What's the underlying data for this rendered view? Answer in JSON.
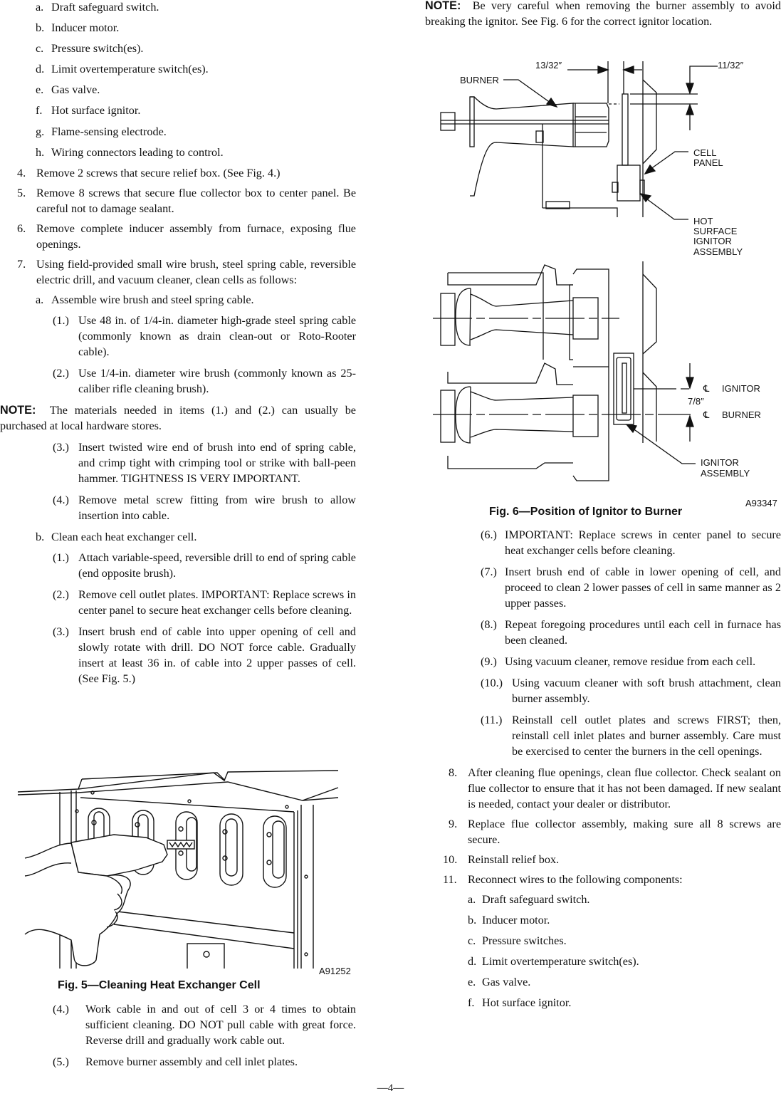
{
  "left_column": {
    "disconnect_items": [
      {
        "label": "a.",
        "text": "Draft safeguard switch."
      },
      {
        "label": "b.",
        "text": "Inducer motor."
      },
      {
        "label": "c.",
        "text": "Pressure switch(es)."
      },
      {
        "label": "d.",
        "text": "Limit overtemperature switch(es)."
      },
      {
        "label": "e.",
        "text": "Gas valve."
      },
      {
        "label": "f.",
        "text": "Hot surface ignitor."
      },
      {
        "label": "g.",
        "text": "Flame-sensing electrode."
      },
      {
        "label": "h.",
        "text": "Wiring connectors leading to control."
      }
    ],
    "steps": [
      {
        "label": "4.",
        "text": "Remove 2 screws that secure relief box. (See Fig. 4.)"
      },
      {
        "label": "5.",
        "text": "Remove 8 screws that secure flue collector box to center panel. Be careful not to damage sealant."
      },
      {
        "label": "6.",
        "text": "Remove complete inducer assembly from furnace, exposing flue openings."
      },
      {
        "label": "7.",
        "text": "Using field-provided small wire brush, steel spring cable, reversible electric drill, and vacuum cleaner, clean cells as follows:"
      }
    ],
    "step7a": {
      "label": "a.",
      "text": "Assemble wire brush and steel spring cable."
    },
    "step7a_items": [
      {
        "label": "(1.)",
        "text": "Use 48 in. of 1/4-in. diameter high-grade steel spring cable (commonly known as drain clean-out or Roto-Rooter cable)."
      },
      {
        "label": "(2.)",
        "text": "Use 1/4-in. diameter wire brush (commonly known as 25-caliber rifle cleaning brush)."
      }
    ],
    "note": {
      "label": "NOTE:",
      "text": "The materials needed in items (1.) and (2.) can usually be purchased at local hardware stores."
    },
    "step7a_items_cont": [
      {
        "label": "(3.)",
        "text": "Insert twisted wire end of brush into end of spring cable, and crimp tight with crimping tool or strike with ball-peen hammer. TIGHTNESS IS VERY IMPORTANT."
      },
      {
        "label": "(4.)",
        "text": "Remove metal screw fitting from wire brush to allow insertion into cable."
      }
    ],
    "step7b": {
      "label": "b.",
      "text": "Clean each heat exchanger cell."
    },
    "step7b_items": [
      {
        "label": "(1.)",
        "text": "Attach variable-speed, reversible drill to end of spring cable (end opposite brush)."
      },
      {
        "label": "(2.)",
        "text": "Remove cell outlet plates. IMPORTANT: Replace screws in center panel to secure heat exchanger cells before cleaning."
      },
      {
        "label": "(3.)",
        "text": "Insert brush end of cable into upper opening of cell and slowly rotate with drill. DO NOT force cable. Gradually insert at least 36 in. of cable into 2 upper passes of cell. (See Fig. 5.)"
      }
    ],
    "fig5": {
      "id": "A91252",
      "caption": "Fig. 5—Cleaning Heat Exchanger Cell"
    },
    "step7b_items_after_fig": [
      {
        "label": "(4.)",
        "text": "Work cable in and out of cell 3 or 4 times to obtain sufficient cleaning. DO NOT pull cable with great force. Reverse drill and gradually work cable out."
      },
      {
        "label": "(5.)",
        "text": "Remove burner assembly and cell inlet plates."
      }
    ]
  },
  "right_column": {
    "note": {
      "label": "NOTE:",
      "text": "Be very careful when removing the burner assembly to avoid breaking the ignitor. See Fig. 6 for the correct ignitor location."
    },
    "fig6": {
      "id": "A93347",
      "caption": "Fig. 6—Position of Ignitor to Burner",
      "labels": {
        "burner": "BURNER",
        "dim_13_32": "13/32″",
        "dim_11_32": "11/32″",
        "cell_panel_1": "CELL",
        "cell_panel_2": "PANEL",
        "hsi_1": "HOT",
        "hsi_2": "SURFACE",
        "hsi_3": "IGNITOR",
        "hsi_4": "ASSEMBLY",
        "cl_symbol": "℄",
        "cl_ignitor": "IGNITOR",
        "cl_burner": "BURNER",
        "dim_7_8": "7/8″",
        "ign_asm_1": "IGNITOR",
        "ign_asm_2": "ASSEMBLY"
      }
    },
    "step7b_items_cont": [
      {
        "label": "(6.)",
        "text": "IMPORTANT: Replace screws in center panel to secure heat exchanger cells before cleaning."
      },
      {
        "label": "(7.)",
        "text": "Insert brush end of cable in lower opening of cell, and proceed to clean 2 lower passes of cell in same manner as 2 upper passes."
      },
      {
        "label": "(8.)",
        "text": "Repeat foregoing procedures until each cell in furnace has been cleaned."
      },
      {
        "label": "(9.)",
        "text": "Using vacuum cleaner, remove residue from each cell."
      },
      {
        "label": "(10.)",
        "text": "Using vacuum cleaner with soft brush attachment, clean burner assembly."
      },
      {
        "label": "(11.)",
        "text": "Reinstall cell outlet plates and screws FIRST; then, reinstall cell inlet plates and burner assembly. Care must be exercised to center the burners in the cell openings."
      }
    ],
    "steps": [
      {
        "label": "8.",
        "text": "After cleaning flue openings, clean flue collector. Check sealant on flue collector to ensure that it has not been damaged. If new sealant is needed, contact your dealer or distributor."
      },
      {
        "label": "9.",
        "text": "Replace flue collector assembly, making sure all 8 screws are secure."
      },
      {
        "label": "10.",
        "text": "Reinstall relief box."
      },
      {
        "label": "11.",
        "text": "Reconnect wires to the following components:"
      }
    ],
    "reconnect_items": [
      {
        "label": "a.",
        "text": "Draft safeguard switch."
      },
      {
        "label": "b.",
        "text": "Inducer motor."
      },
      {
        "label": "c.",
        "text": "Pressure switches."
      },
      {
        "label": "d.",
        "text": "Limit overtemperature switch(es)."
      },
      {
        "label": "e.",
        "text": "Gas valve."
      },
      {
        "label": "f.",
        "text": "Hot surface ignitor."
      }
    ]
  },
  "footer": {
    "page": "—4—"
  }
}
